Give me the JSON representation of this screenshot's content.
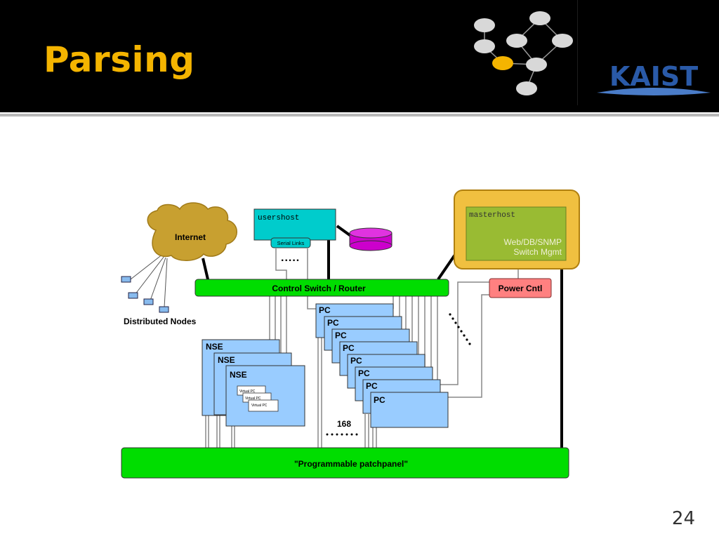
{
  "slide": {
    "title": "Parsing",
    "page_number": "24",
    "logo_text": "KAIST"
  },
  "diagram": {
    "internet": "Internet",
    "distributed_nodes": "Distributed Nodes",
    "usershost": "usershost",
    "serial_links": "Serial Links",
    "control_switch": "Control Switch / Router",
    "masterhost": "masterhost",
    "master_line1": "Web/DB/SNMP",
    "master_line2": "Switch Mgmt",
    "power": "Power Cntl",
    "nse_label": "NSE",
    "pc_label": "PC",
    "virtual_pc_label": "Virtual PC",
    "pc_count": "168",
    "patchpanel": "\"Programmable patchpanel\""
  },
  "colors": {
    "title": "#f4b400",
    "switch": "#00dd00",
    "usershost": "#00cccc",
    "storage": "#cc00cc",
    "node_box": "#99ccff",
    "cloud": "#c8a030",
    "master_outer": "#f0c040",
    "master_inner": "#99bb33",
    "power": "#ff8080"
  }
}
